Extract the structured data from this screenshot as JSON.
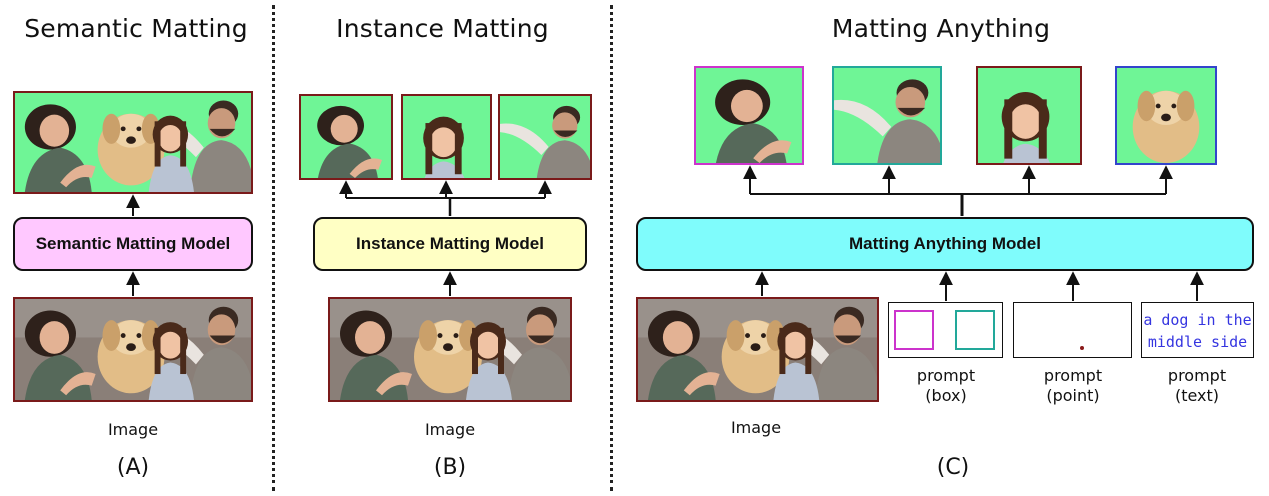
{
  "panelA": {
    "title": "Semantic Matting",
    "model_label": "Semantic Matting Model",
    "model_color": "#ffc8ff",
    "input_caption": "Image",
    "letter": "(A)"
  },
  "panelB": {
    "title": "Instance Matting",
    "model_label": "Instance Matting Model",
    "model_color": "#ffffc4",
    "input_caption": "Image",
    "letter": "(B)"
  },
  "panelC": {
    "title": "Matting Anything",
    "model_label": "Matting Anything Model",
    "model_color": "#7ffcfc",
    "input_caption": "Image",
    "letter": "(C)",
    "prompts": [
      {
        "line1": "prompt",
        "line2": "(box)"
      },
      {
        "line1": "prompt",
        "line2": "(point)"
      },
      {
        "line1": "prompt",
        "line2": "(text)"
      }
    ],
    "text_prompt": "a dog in the middle side",
    "text_prompt_lines": [
      "a dog in the",
      "middle side"
    ],
    "text_prompt_color": "#3535e0",
    "output_border_colors": [
      "#cc33cc",
      "#22a89a",
      "#7a1a1a",
      "#3344cc"
    ],
    "box_prompt_colors": [
      "#cc33cc",
      "#22a89a"
    ],
    "point_color": "#8a1a1a"
  },
  "colors": {
    "matte_green": "#6ff596",
    "photo_border": "#7a1a1a"
  }
}
